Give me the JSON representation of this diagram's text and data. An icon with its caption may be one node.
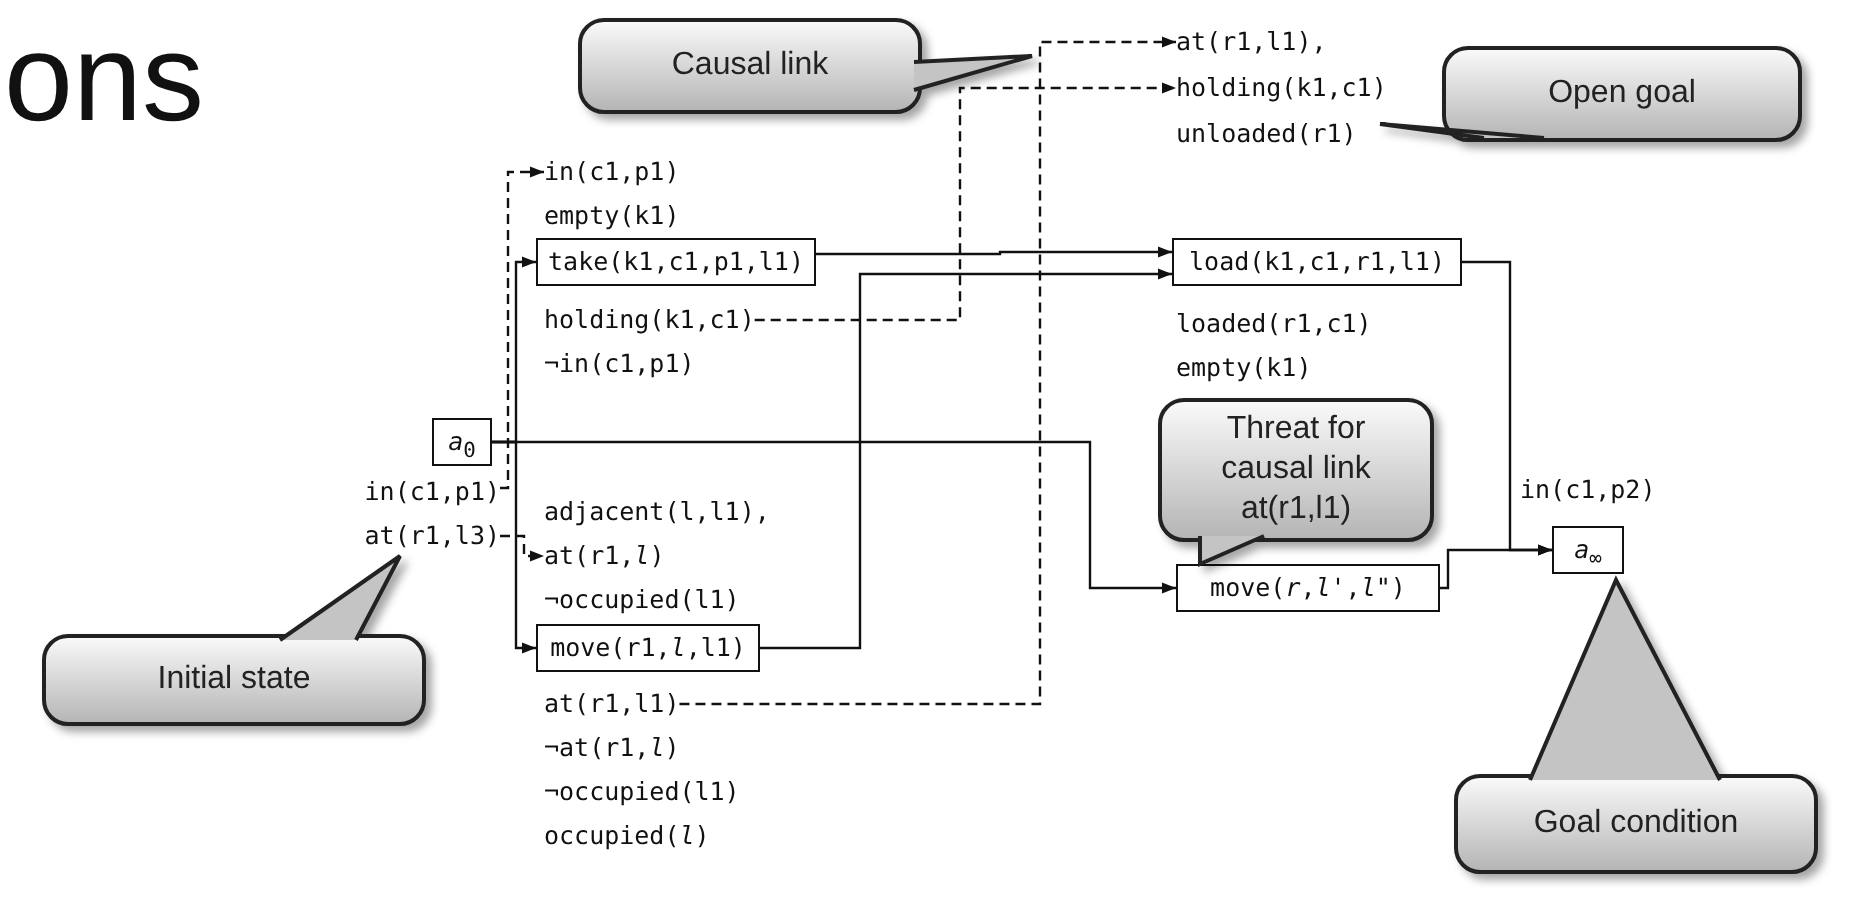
{
  "diagram": {
    "title": "ons",
    "nodes": [
      {
        "text": [
          "*a*$_{0}$"
        ]
      },
      {
        "text": [
          "in(c1,p1)"
        ]
      },
      {
        "text": [
          "at(r1,l3)"
        ]
      },
      {
        "text": [
          "in(c1,p1)"
        ]
      },
      {
        "text": [
          "empty(k1)"
        ]
      },
      {
        "text": [
          "take(k1,c1,p1,l1)"
        ]
      },
      {
        "text": [
          "holding(k1,c1)"
        ]
      },
      {
        "text": [
          "¬in(c1,p1)"
        ]
      },
      {
        "text": [
          "adjacent(l,l1),"
        ]
      },
      {
        "text": [
          "at(r1,*l*)"
        ]
      },
      {
        "text": [
          "¬occupied(l1)"
        ]
      },
      {
        "text": [
          "move(r1,*l*,l1)"
        ]
      },
      {
        "text": [
          "at(r1,l1)"
        ]
      },
      {
        "text": [
          "¬at(r1,*l*)"
        ]
      },
      {
        "text": [
          "¬occupied(l1)"
        ]
      },
      {
        "text": [
          "occupied(*l*)"
        ]
      },
      {
        "text": [
          "at(r1,l1),"
        ]
      },
      {
        "text": [
          "holding(k1,c1)"
        ]
      },
      {
        "text": [
          "unloaded(r1)"
        ]
      },
      {
        "text": [
          "load(k1,c1,r1,l1)"
        ]
      },
      {
        "text": [
          "loaded(r1,c1)"
        ]
      },
      {
        "text": [
          "empty(k1)"
        ]
      },
      {
        "text": [
          "move(*r*,*l*',*l*\")"
        ]
      },
      {
        "text": [
          "in(c1,p2)"
        ]
      },
      {
        "text": [
          "*a*$_{∞}$"
        ]
      },
      {
        "text": [
          "Causal link"
        ]
      },
      {
        "text": [
          "Open goal"
        ]
      },
      {
        "text": [
          "Threat for causal link at(r1,l1)"
        ]
      },
      {
        "text": [
          "Initial state"
        ]
      },
      {
        "text": [
          "Goal condition"
        ]
      }
    ],
    "edges": [
      {
        "from": 0,
        "to": 5,
        "arrow": "to"
      },
      {
        "from": 0,
        "to": 11,
        "arrow": "to"
      },
      {
        "from": 0,
        "to": 22,
        "arrow": "to"
      },
      {
        "from": 1,
        "to": 3,
        "arrow": "to",
        "style": "dashed"
      },
      {
        "from": 2,
        "to": 9,
        "arrow": "to",
        "style": "dashed"
      },
      {
        "from": 6,
        "to": 17,
        "arrow": "to",
        "style": "dashed"
      },
      {
        "from": 12,
        "to": 16,
        "arrow": "to",
        "style": "dashed"
      },
      {
        "from": 5,
        "to": 19,
        "arrow": "to"
      },
      {
        "from": 11,
        "to": 19,
        "arrow": "to"
      },
      {
        "from": 19,
        "to": 24,
        "arrow": "to"
      },
      {
        "from": 22,
        "to": 24,
        "arrow": "to"
      }
    ]
  }
}
